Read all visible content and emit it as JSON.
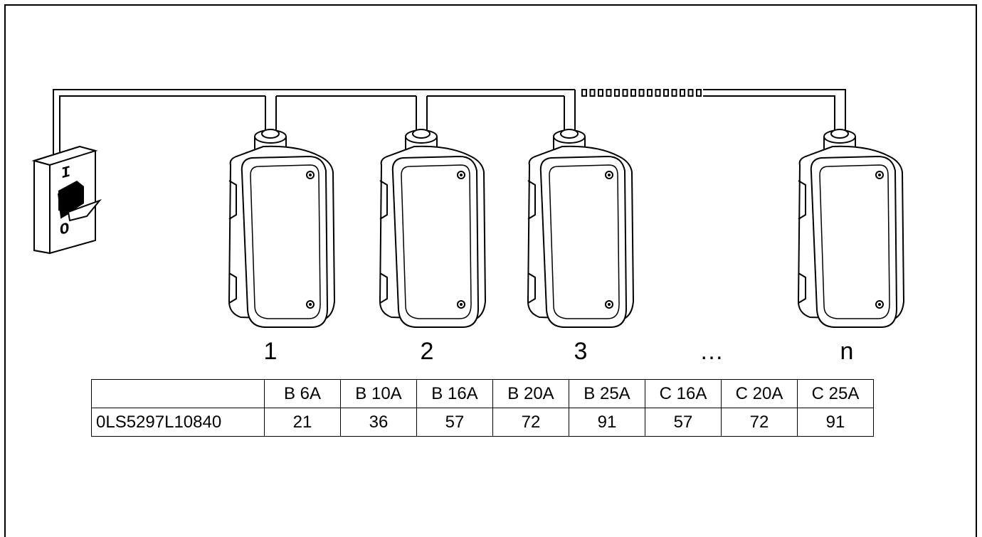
{
  "switch": {
    "on_mark": "I",
    "off_mark": "O"
  },
  "unit_labels": [
    "1",
    "2",
    "3",
    "…",
    "n"
  ],
  "table": {
    "header": [
      "",
      "B 6A",
      "B 10A",
      "B 16A",
      "B 20A",
      "B 25A",
      "C 16A",
      "C 20A",
      "C 25A"
    ],
    "rows": [
      [
        "0LS5297L10840",
        "21",
        "36",
        "57",
        "72",
        "91",
        "57",
        "72",
        "91"
      ]
    ]
  }
}
